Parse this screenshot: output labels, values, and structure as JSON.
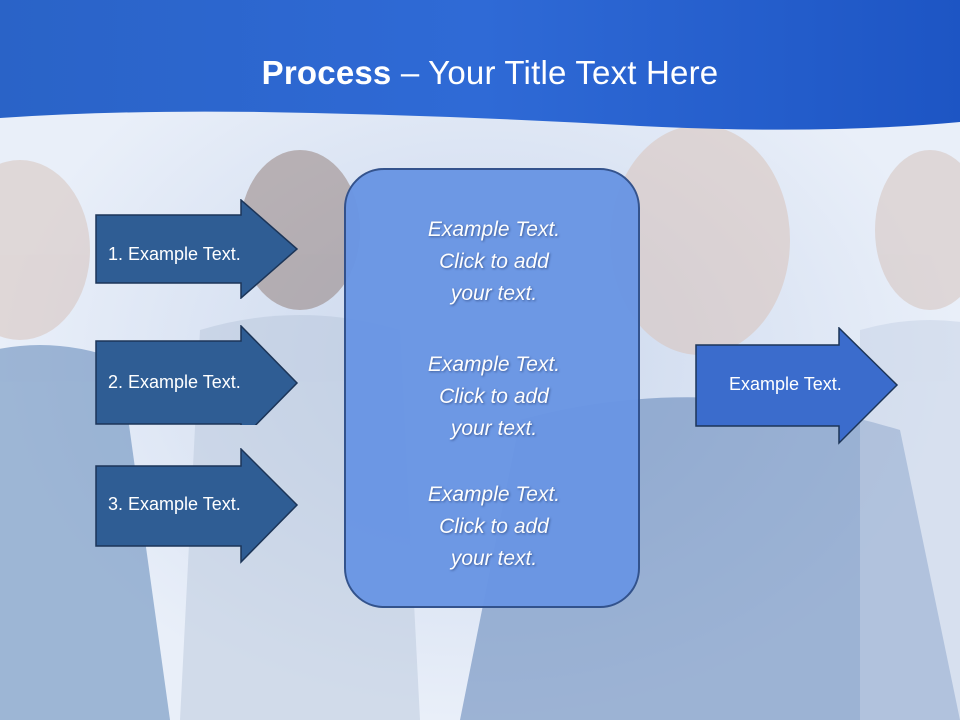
{
  "slide": {
    "title_bold": "Process",
    "title_rest": " – Your Title Text Here"
  },
  "left_arrows": [
    {
      "label": "1. Example Text."
    },
    {
      "label": "2. Example Text."
    },
    {
      "label": "3. Example Text."
    }
  ],
  "center_box": {
    "paragraphs": [
      {
        "line1": "Example Text.",
        "line2": "Click  to add",
        "line3": "your text."
      },
      {
        "line1": "Example Text.",
        "line2": "Click  to add",
        "line3": "your text."
      },
      {
        "line1": "Example Text.",
        "line2": "Click  to add",
        "line3": "your text."
      }
    ]
  },
  "right_arrow": {
    "label": "Example Text."
  },
  "colors": {
    "header_blue": "#1f5fd0",
    "left_arrow_fill": "#2f5d94",
    "right_arrow_fill": "#3b6ccc",
    "center_box_fill": "#6a96e4"
  }
}
